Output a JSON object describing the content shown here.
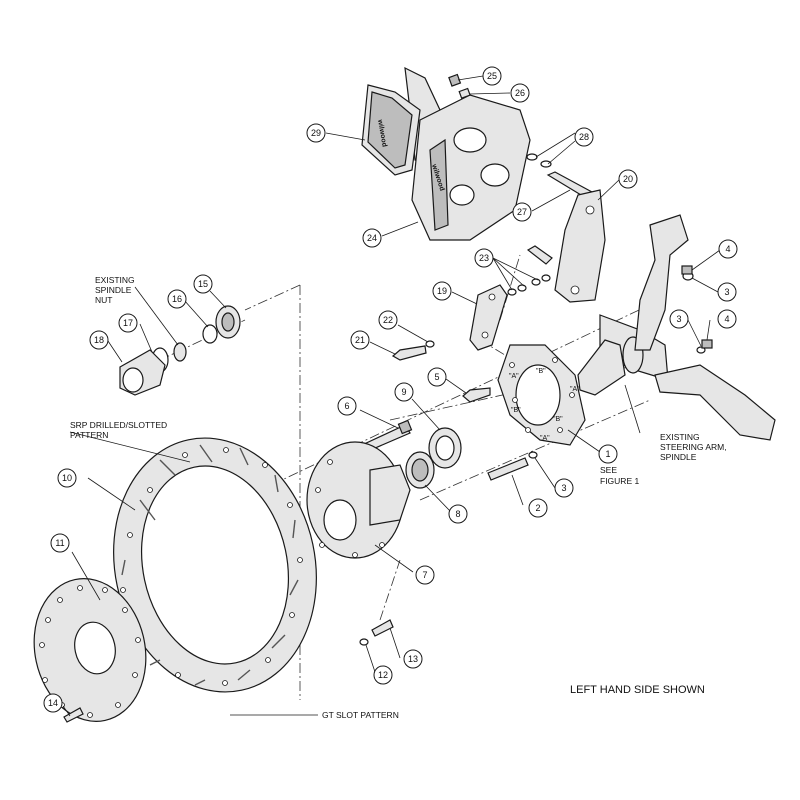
{
  "callouts": [
    {
      "id": "b25",
      "label": "25"
    },
    {
      "id": "b26",
      "label": "26"
    },
    {
      "id": "b29",
      "label": "29"
    },
    {
      "id": "b28",
      "label": "28"
    },
    {
      "id": "b20",
      "label": "20"
    },
    {
      "id": "b27",
      "label": "27"
    },
    {
      "id": "b24",
      "label": "24"
    },
    {
      "id": "b23",
      "label": "23"
    },
    {
      "id": "b19",
      "label": "19"
    },
    {
      "id": "b4a",
      "label": "4"
    },
    {
      "id": "b3a",
      "label": "3"
    },
    {
      "id": "b4b",
      "label": "4"
    },
    {
      "id": "b3b",
      "label": "3"
    },
    {
      "id": "b15",
      "label": "15"
    },
    {
      "id": "b16",
      "label": "16"
    },
    {
      "id": "b17",
      "label": "17"
    },
    {
      "id": "b18",
      "label": "18"
    },
    {
      "id": "b22",
      "label": "22"
    },
    {
      "id": "b21",
      "label": "21"
    },
    {
      "id": "b5",
      "label": "5"
    },
    {
      "id": "b9",
      "label": "9"
    },
    {
      "id": "b6",
      "label": "6"
    },
    {
      "id": "b1",
      "label": "1"
    },
    {
      "id": "b10",
      "label": "10"
    },
    {
      "id": "b8",
      "label": "8"
    },
    {
      "id": "b3c",
      "label": "3"
    },
    {
      "id": "b2",
      "label": "2"
    },
    {
      "id": "b7",
      "label": "7"
    },
    {
      "id": "b11",
      "label": "11"
    },
    {
      "id": "b13",
      "label": "13"
    },
    {
      "id": "b12",
      "label": "12"
    },
    {
      "id": "b14",
      "label": "14"
    }
  ],
  "labels": {
    "existing_spindle_nut_1": "EXISTING",
    "existing_spindle_nut_2": "SPINDLE",
    "existing_spindle_nut_3": "NUT",
    "srp_pattern_1": "SRP DRILLED/SLOTTED",
    "srp_pattern_2": "PATTERN",
    "gt_slot_pattern": "GT SLOT PATTERN",
    "steering_arm_1": "EXISTING",
    "steering_arm_2": "STEERING ARM,",
    "steering_arm_3": "SPINDLE",
    "see_figure_1": "SEE",
    "see_figure_2": "FIGURE 1",
    "left_hand_side": "LEFT HAND SIDE SHOWN",
    "bracket_a": "\"A\"",
    "bracket_b": "\"B\"",
    "brand": "wilwood"
  }
}
